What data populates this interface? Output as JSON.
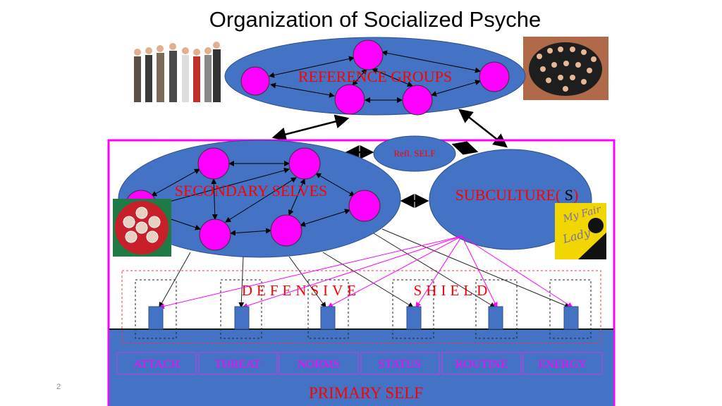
{
  "slide": {
    "title": "Organization of Socialized Psyche",
    "page_number": "2"
  },
  "nodes": {
    "reference_groups": "REFERENCE GROUPS",
    "secondary_selves": "SECONDARY SELVES",
    "reflected_self": "Refl. SELF",
    "subculture_prefix": "SUBCULTURE(",
    "subculture_s": "S",
    "subculture_suffix": ")",
    "defensive": "DEFENSIVE",
    "shield": "SHIELD",
    "primary_self": "PRIMARY SELF"
  },
  "needs": [
    "ATTACH",
    "THREAT",
    "NORMS",
    "STATUS",
    "ROUTINE",
    "ENERGY"
  ],
  "images": {
    "poster_title": "My Fair Lady"
  },
  "colors": {
    "ellipse_blue": "#4472c4",
    "node_magenta": "#ff00ff",
    "label_red": "#ff0000"
  }
}
